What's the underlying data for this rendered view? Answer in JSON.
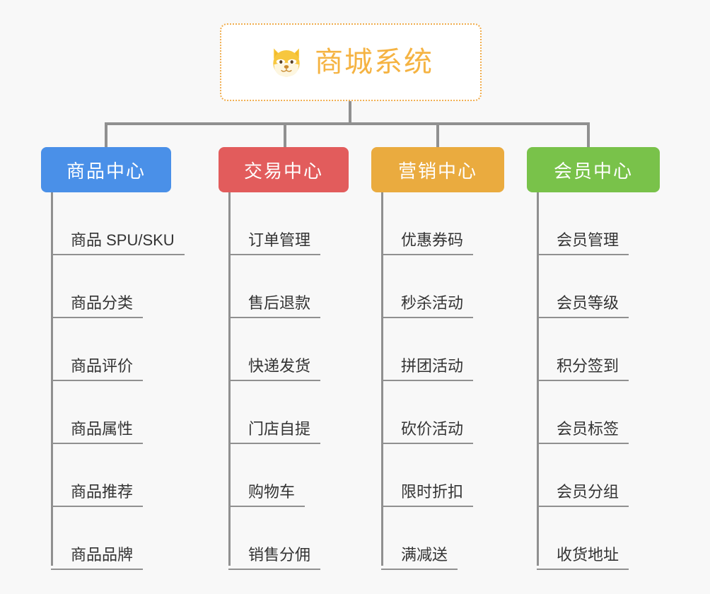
{
  "page": {
    "background_color": "#f8f8f8",
    "title": "商城系统"
  },
  "root": {
    "label": "商城系统",
    "icon": "shiba-dog-face-icon",
    "text_color": "#f5b342",
    "border_color": "#f0ad4e",
    "background_color": "#ffffff"
  },
  "columns": [
    {
      "header": "商品中心",
      "color": "#4a90e8",
      "items": [
        "商品 SPU/SKU",
        "商品分类",
        "商品评价",
        "商品属性",
        "商品推荐",
        "商品品牌"
      ]
    },
    {
      "header": "交易中心",
      "color": "#e25c5c",
      "items": [
        "订单管理",
        "售后退款",
        "快递发货",
        "门店自提",
        "购物车",
        "销售分佣"
      ]
    },
    {
      "header": "营销中心",
      "color": "#eaab3f",
      "items": [
        "优惠券码",
        "秒杀活动",
        "拼团活动",
        "砍价活动",
        "限时折扣",
        "满减送"
      ]
    },
    {
      "header": "会员中心",
      "color": "#79c24a",
      "items": [
        "会员管理",
        "会员等级",
        "积分签到",
        "会员标签",
        "会员分组",
        "收货地址"
      ]
    }
  ]
}
